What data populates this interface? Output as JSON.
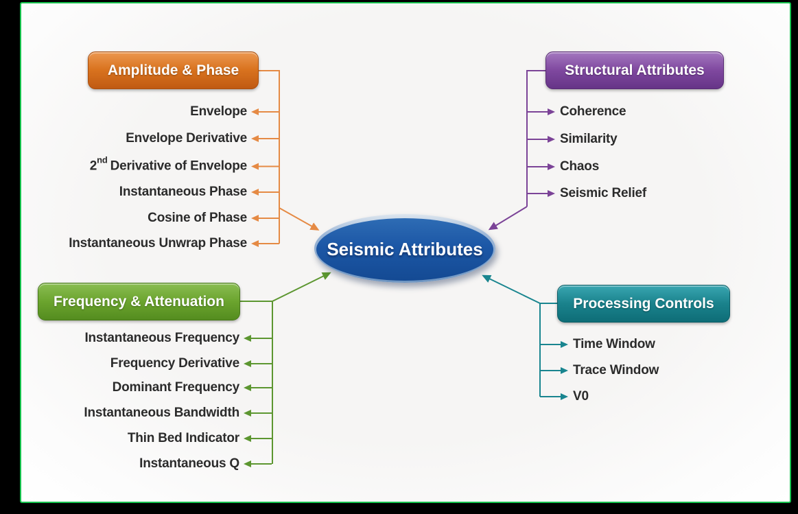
{
  "frame": {
    "border_color": "#16c24d",
    "background": "#000000"
  },
  "center": {
    "label": "Seismic Attributes",
    "fill": "#1c57a6"
  },
  "groups": [
    {
      "title": "Amplitude & Phase",
      "color": "#d9731f",
      "line_color": "#e58a44",
      "side": "left",
      "items": [
        "Envelope",
        "Envelope Derivative",
        {
          "num": "2",
          "sup": "nd",
          "rest": "Derivative of Envelope"
        },
        "Instantaneous Phase",
        "Cosine of Phase",
        "Instantaneous Unwrap Phase"
      ]
    },
    {
      "title": "Structural Attributes",
      "color": "#7f489f",
      "line_color": "#7b4397",
      "side": "right",
      "items": [
        "Coherence",
        "Similarity",
        "Chaos",
        "Seismic Relief"
      ]
    },
    {
      "title": "Frequency & Attenuation",
      "color": "#6ba42e",
      "line_color": "#5c9630",
      "side": "left",
      "items": [
        "Instantaneous Frequency",
        "Frequency Derivative",
        "Dominant Frequency",
        "Instantaneous Bandwidth",
        "Thin Bed Indicator",
        "Instantaneous Q"
      ]
    },
    {
      "title": "Processing Controls",
      "color": "#1a828c",
      "line_color": "#19858f",
      "side": "right",
      "items": [
        "Time Window",
        "Trace Window",
        "V0"
      ]
    }
  ]
}
